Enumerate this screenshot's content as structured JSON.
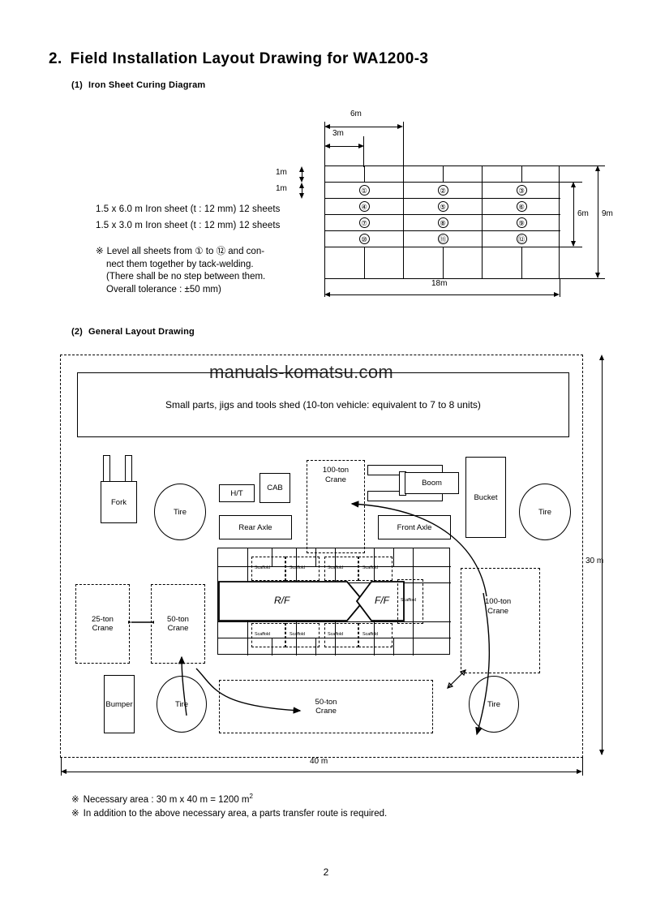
{
  "document": {
    "section_number": "2.",
    "section_title": "Field Installation Layout Drawing for WA1200-3",
    "page_number": "2",
    "watermark": "manuals-komatsu.com"
  },
  "part1": {
    "number": "(1)",
    "title": "Iron Sheet Curing Diagram",
    "notes": [
      "1.5 x 6.0 m Iron sheet (t : 12 mm) 12 sheets",
      "1.5 x 3.0 m Iron sheet (t : 12 mm) 12 sheets"
    ],
    "level_note": {
      "mark": "※",
      "line1": "Level all sheets from ① to ⑫ and con-",
      "line2": "nect them together by tack-welding.",
      "line3": "(There shall be no step between them.",
      "line4": "Overall tolerance : ±50 mm)"
    },
    "grid": {
      "cells": [
        [
          "①",
          "②",
          "③"
        ],
        [
          "④",
          "⑤",
          "⑥"
        ],
        [
          "⑦",
          "⑧",
          "⑨"
        ],
        [
          "⑩",
          "⑪",
          "⑫"
        ]
      ]
    },
    "dimensions": {
      "top_6m": "6m",
      "top_3m": "3m",
      "left_1m_upper": "1m",
      "left_1m_lower": "1m",
      "right_6m": "6m",
      "right_9m": "9m",
      "bottom_18m": "18m"
    }
  },
  "part2": {
    "number": "(2)",
    "title": "General Layout Drawing",
    "shed_label": "Small parts, jigs and tools shed (10-ton vehicle: equivalent to 7 to 8 units)",
    "items": {
      "fork": "Fork",
      "tire_left_upper": "Tire",
      "ht": "H/T",
      "cab": "CAB",
      "crane_100_upper": "100-ton\nCrane",
      "boom": "Boom",
      "bucket": "Bucket",
      "tire_right_upper": "Tire",
      "rear_axle": "Rear Axle",
      "front_axle": "Front Axle",
      "crane_25": "25-ton\nCrane",
      "crane_50_left": "50-ton\nCrane",
      "crane_100_right": "100-ton\nCrane",
      "rf": "R/F",
      "ff": "F/F",
      "scaffold": "Scaffold",
      "bumper": "Bumper",
      "tire_left_lower": "Tire",
      "crane_50_bottom": "50-ton\nCrane",
      "tire_right_lower": "Tire"
    },
    "item_labels": {
      "crane_100_upper_l1": "100-ton",
      "crane_100_upper_l2": "Crane",
      "crane_25_l1": "25-ton",
      "crane_25_l2": "Crane",
      "crane_50_left_l1": "50-ton",
      "crane_50_left_l2": "Crane",
      "crane_100_right_l1": "100-ton",
      "crane_100_right_l2": "Crane",
      "crane_50_bottom_l1": "50-ton",
      "crane_50_bottom_l2": "Crane"
    },
    "dimensions": {
      "height_30m": "30 m",
      "width_40m": "40 m"
    }
  },
  "footnotes": {
    "mark": "※",
    "note1_text": "Necessary area : 30 m x 40 m = 1200 m",
    "note1_sup": "2",
    "note2": "In addition to the above necessary area, a parts transfer route is required."
  }
}
